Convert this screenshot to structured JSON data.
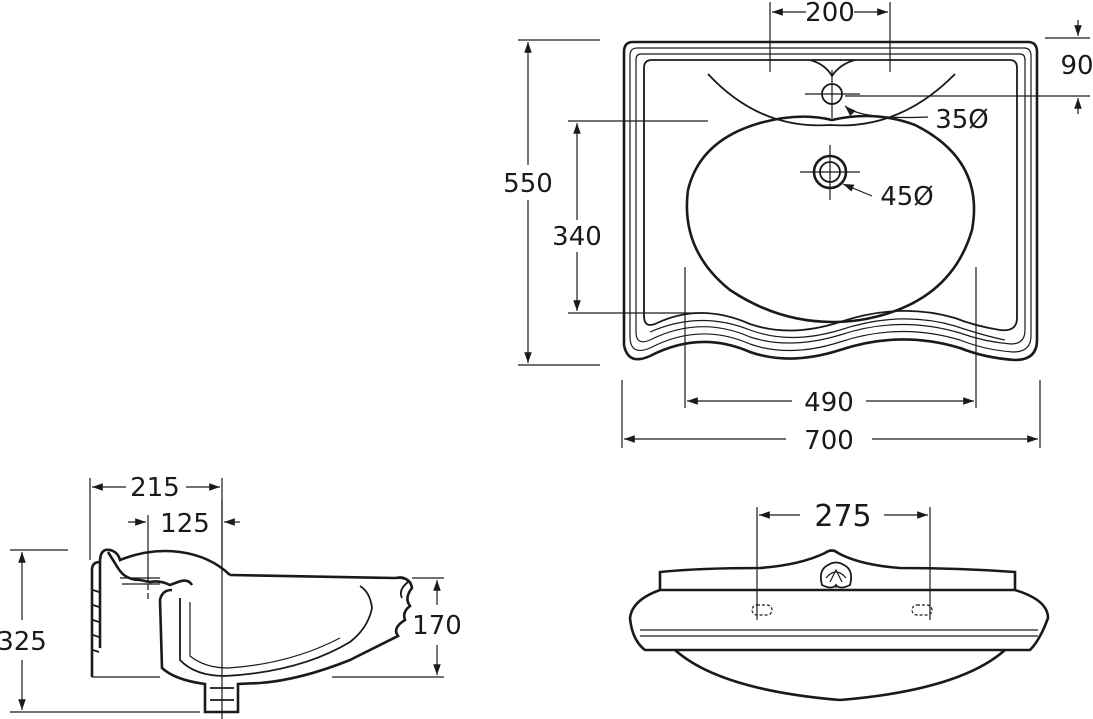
{
  "dimensions": {
    "top_view": {
      "tap_spacing": "200",
      "tap_to_edge": "90",
      "tap_hole": "35Ø",
      "drain_hole": "45Ø",
      "overall_depth": "550",
      "bowl_depth": "340",
      "bowl_width": "490",
      "overall_width": "700"
    },
    "side_view": {
      "depth_outer": "215",
      "depth_to_drain": "125",
      "overall_height": "325",
      "bowl_height": "170"
    },
    "front_view": {
      "fixing_spacing": "275"
    }
  }
}
